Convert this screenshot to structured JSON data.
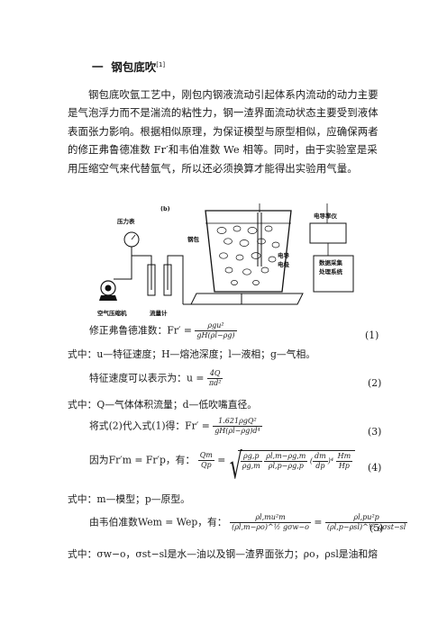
{
  "heading": {
    "number": "一",
    "title": "钢包底吹",
    "ref": "[1]"
  },
  "paragraph": {
    "l1": "钢包底吹氩工艺中，刚包内钢液流动引起体系内流动的动力主要",
    "l2": "是气泡浮力而不是湍流的粘性力，钢一渣界面流动状态主要受到液体",
    "l3": "表面张力影响。根据相似原理，为保证模型与原型相似，应确保两者",
    "l4": "的修正弗鲁德准数 Fr′和韦伯准数 We 相等。同时，由于实验室是采",
    "l5": "用压缩空气来代替氩气，所以还必须换算才能得出实验用气量。"
  },
  "figure": {
    "panel": "(b)",
    "pressure_gauge": "压力表",
    "ladle": "钢包",
    "electrode": "电导\n电极",
    "conductivity_meter": "电导率仪",
    "data_processor": "数据采集\n处理系统",
    "compressor": "空气压缩机",
    "flowmeter": "流量计"
  },
  "eq1": {
    "lead": "修正弗鲁德准数：Fr′ =",
    "num": "ρgu²",
    "den": "gH(ρl−ρg)",
    "number": "(1)"
  },
  "eq1_desc": "式中：u—特征速度；H—熔池深度；l—液相；g—气相。",
  "eq2": {
    "lead": "特征速度可以表示为：u =",
    "num": "4Q",
    "den": "πd²",
    "number": "(2)"
  },
  "eq2_desc": "式中：Q—气体体积流量；d—低吹嘴直径。",
  "eq3": {
    "lead": "将式(2)代入式(1)得：Fr′ =",
    "num": "1.621ρgQ²",
    "den": "gH(ρl−ρg)d⁴",
    "number": "(3)"
  },
  "eq4": {
    "lead": "因为Fr′m = Fr′p，有：",
    "lhs_num": "Qm",
    "lhs_den": "Qp",
    "number": "(4)"
  },
  "eq4_desc": "式中：m—模型；p—原型。",
  "eq5": {
    "lead": "由韦伯准数Wem = Wep，有：",
    "number": "(5)"
  },
  "eq5_desc": "式中：σw−o，σst−sl是水—油以及钢—渣界面张力；ρo，ρsl是油和熔"
}
